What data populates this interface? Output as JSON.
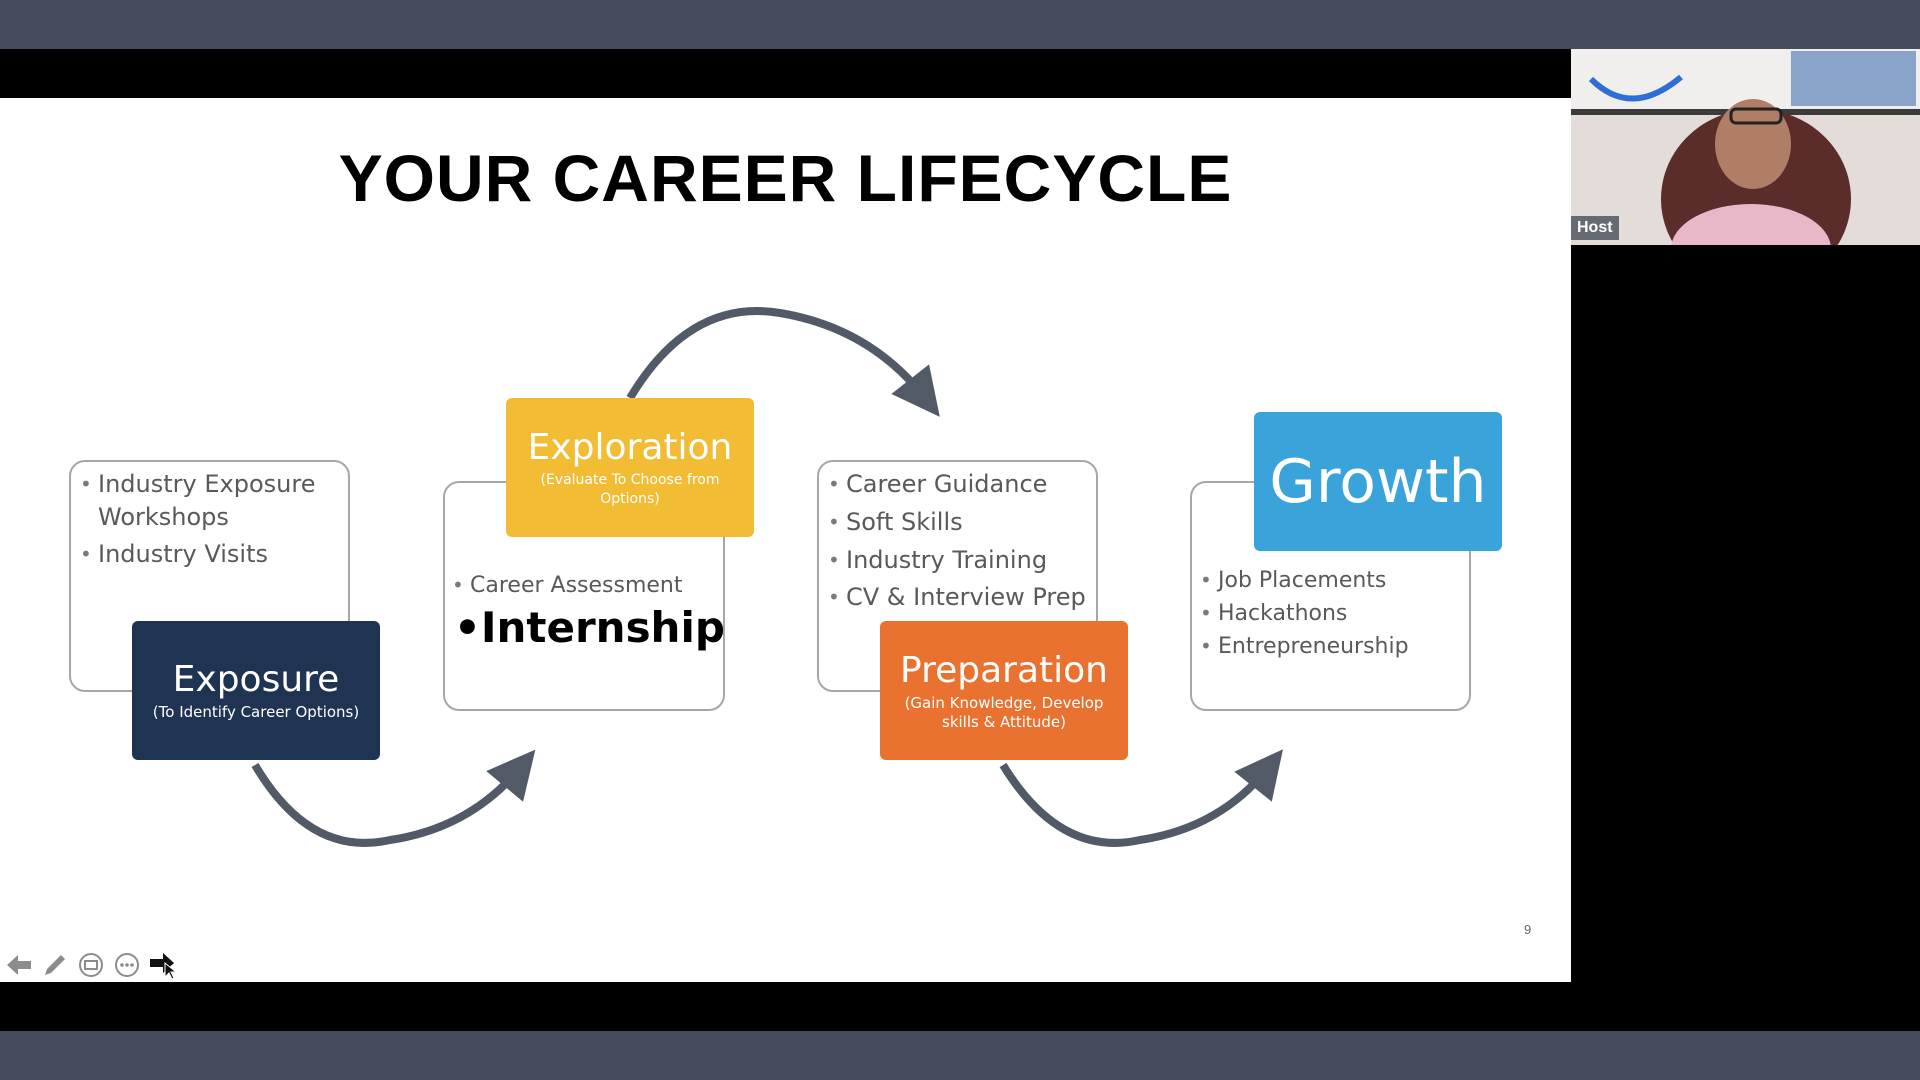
{
  "slide": {
    "title": "YOUR CAREER LIFECYCLE",
    "page_number": "9",
    "exposure": {
      "title": "Exposure",
      "subtitle": "(To Identify Career Options)",
      "color": "#1f3352",
      "items": [
        "Industry Exposure Workshops",
        "Industry Visits"
      ]
    },
    "exploration": {
      "title": "Exploration",
      "subtitle": "(Evaluate To Choose from Options)",
      "color": "#f2bd35",
      "items": [
        "Career Assessment"
      ],
      "highlight": "Internship"
    },
    "preparation": {
      "title": "Preparation",
      "subtitle": "(Gain Knowledge, Develop skills & Attitude)",
      "color": "#ea7231",
      "items": [
        "Career Guidance",
        "Soft Skills",
        "Industry Training",
        "CV & Interview Prep"
      ]
    },
    "growth": {
      "title": "Growth",
      "color": "#3aa3d9",
      "items": [
        "Job Placements",
        "Hackathons",
        "Entrepreneurship"
      ]
    },
    "arrow_color": "#535a67"
  },
  "toolbar": {
    "icons": [
      "back-arrow-icon",
      "pen-icon",
      "slides-grid-icon",
      "more-options-icon",
      "forward-arrow-icon"
    ]
  },
  "video": {
    "host_label": "Host"
  }
}
